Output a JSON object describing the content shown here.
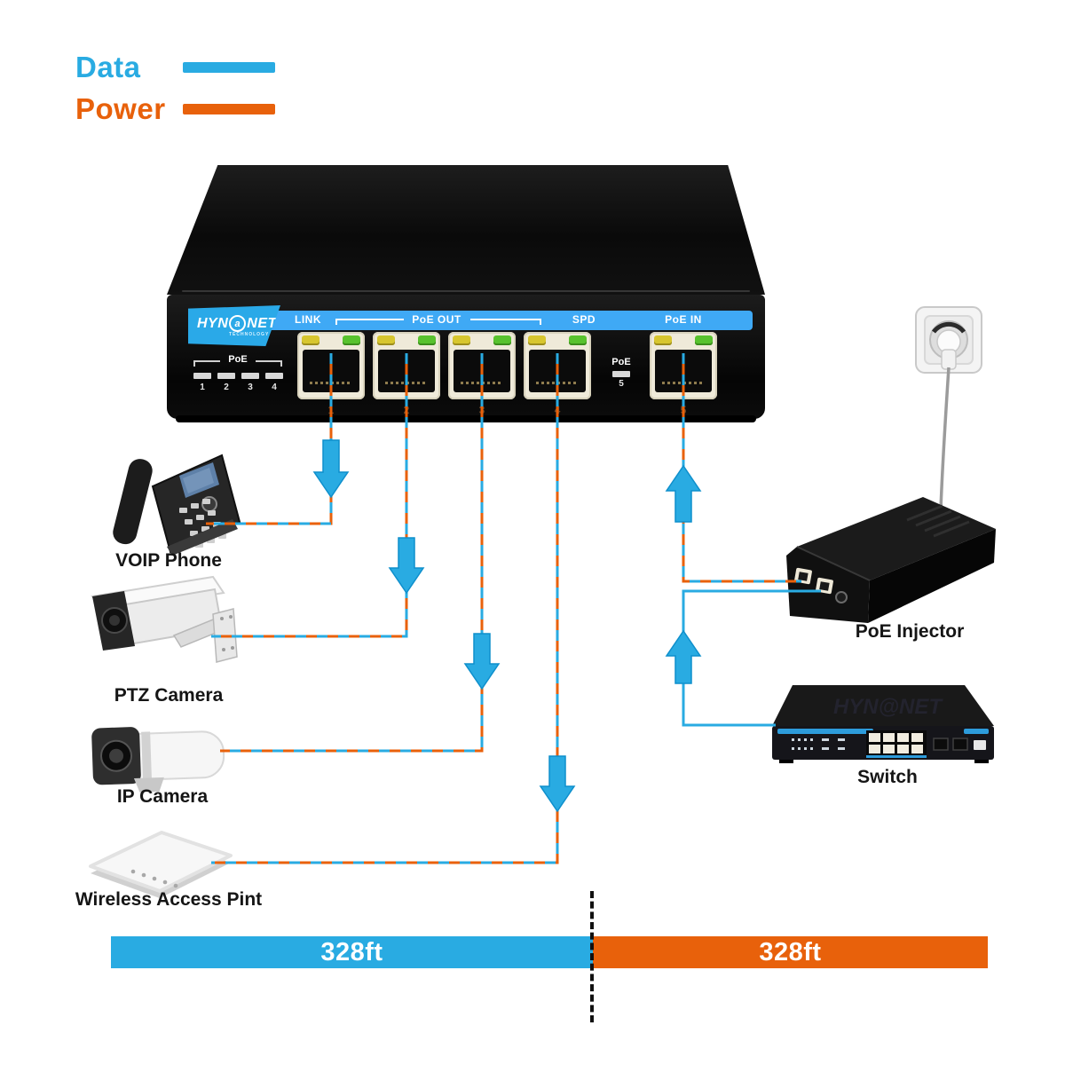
{
  "colors": {
    "data": "#29ABE2",
    "power": "#E8610B",
    "panel_band": "#3FA9F5",
    "label_text": "#151515"
  },
  "legend": {
    "data_label": "Data",
    "power_label": "Power"
  },
  "poe_switch": {
    "logo_text": "HYN",
    "logo_a": "a",
    "logo_text2": "NET",
    "logo_full": "HYN@NET",
    "logo_sub": "TECHNOLOGY",
    "label_link": "LINK",
    "label_poe_out": "PoE OUT",
    "label_spd": "SPD",
    "label_poe_in": "PoE IN",
    "poe_group_label": "PoE",
    "indicators": [
      "1",
      "2",
      "3",
      "4"
    ],
    "poe5_label": "PoE",
    "poe5_number": "5",
    "port_numbers": [
      "1",
      "2",
      "3",
      "4",
      "5"
    ]
  },
  "devices": {
    "voip_phone": "VOIP Phone",
    "ptz_camera": "PTZ Camera",
    "ip_camera": "IP Camera",
    "wireless_ap": "Wireless Access Pint",
    "poe_injector": "PoE Injector",
    "switch": "Switch"
  },
  "distance": {
    "data_segment": "328ft",
    "power_segment": "328ft"
  }
}
